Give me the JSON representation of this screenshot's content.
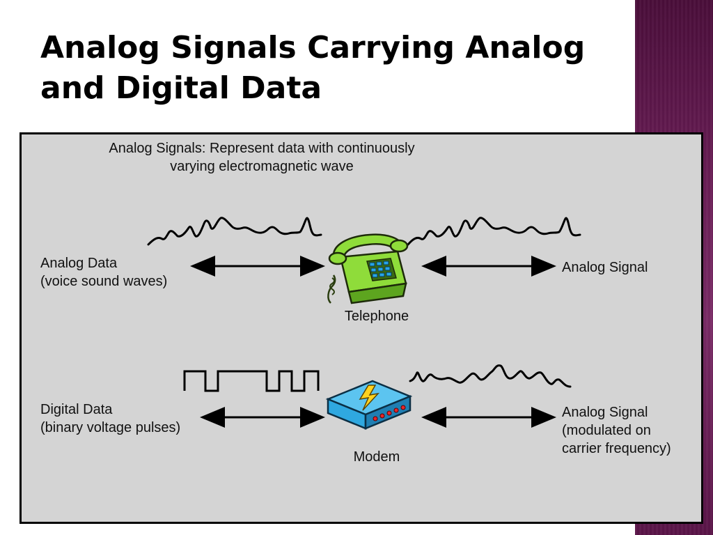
{
  "slide": {
    "title_line1": "Analog Signals Carrying Analog",
    "title_line2": "and Digital Data"
  },
  "diagram": {
    "header_line1": "Analog Signals: Represent data with continuously",
    "header_line2": "varying electromagnetic wave",
    "analog_row": {
      "left_label_line1": "Analog Data",
      "left_label_line2": "(voice sound waves)",
      "device_label": "Telephone",
      "right_label": "Analog Signal"
    },
    "digital_row": {
      "left_label_line1": "Digital Data",
      "left_label_line2": "(binary voltage pulses)",
      "device_label": "Modem",
      "right_label_line1": "Analog Signal",
      "right_label_line2": "(modulated on",
      "right_label_line3": "carrier frequency)"
    },
    "colors": {
      "background": "#d4d4d4",
      "telephone": "#8fdc3a",
      "modem": "#2fa8e0",
      "lightning": "#ffd21f",
      "sidebar": "#6b1f57"
    }
  }
}
